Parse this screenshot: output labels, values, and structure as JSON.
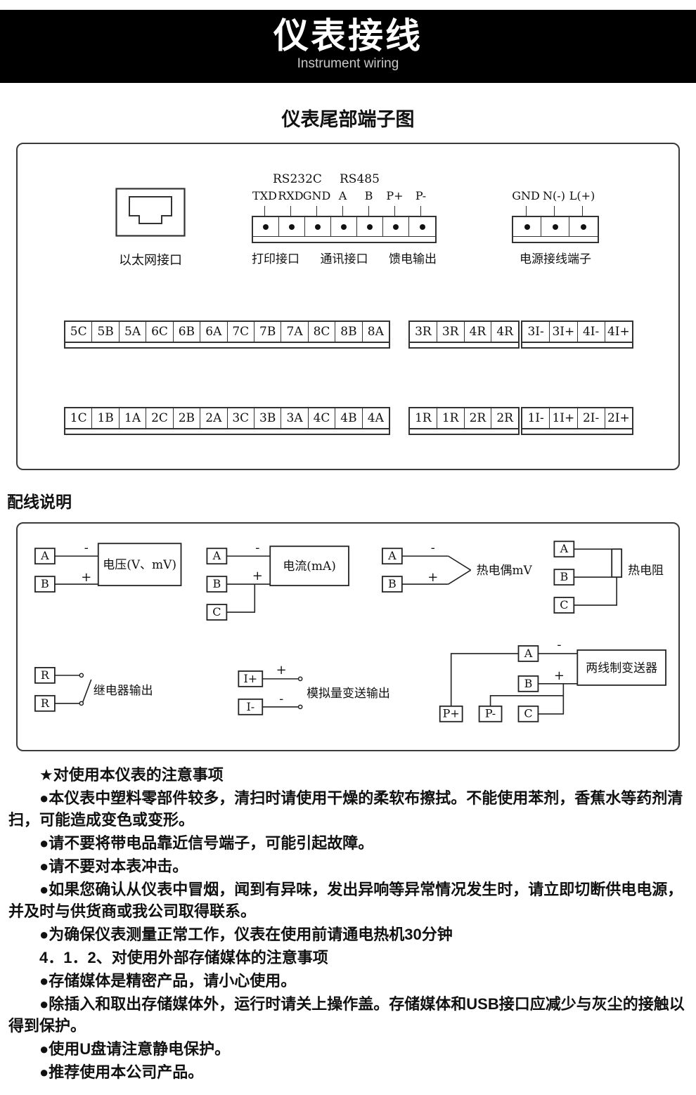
{
  "colors": {
    "header_bg": "#000000",
    "header_subtitle": "#c9c9c9",
    "line": "#222222"
  },
  "header": {
    "title": "仪表接线",
    "subtitle": "Instrument wiring"
  },
  "terminal_diagram": {
    "heading": "仪表尾部端子图",
    "ethernet": {
      "label": "以太网接口"
    },
    "comm": {
      "bus_labels": [
        "RS232C",
        "RS485"
      ],
      "pins": [
        "TXD",
        "RXD",
        "GND",
        "A",
        "B",
        "P+",
        "P-"
      ],
      "port_labels": [
        "打印接口",
        "通讯接口",
        "馈电输出"
      ]
    },
    "power": {
      "pins": [
        "GND",
        "N(-)",
        "L(+)"
      ],
      "label": "电源接线端子"
    },
    "strips": {
      "row1_main": [
        "5C",
        "5B",
        "5A",
        "6C",
        "6B",
        "6A",
        "7C",
        "7B",
        "7A",
        "8C",
        "8B",
        "8A"
      ],
      "row1_relay": [
        "3R",
        "3R",
        "4R",
        "4R"
      ],
      "row1_current": [
        "3I-",
        "3I+",
        "4I-",
        "4I+"
      ],
      "row2_main": [
        "1C",
        "1B",
        "1A",
        "2C",
        "2B",
        "2A",
        "3C",
        "3B",
        "3A",
        "4C",
        "4B",
        "4A"
      ],
      "row2_relay": [
        "1R",
        "1R",
        "2R",
        "2R"
      ],
      "row2_current": [
        "1I-",
        "1I+",
        "2I-",
        "2I+"
      ]
    }
  },
  "wiring": {
    "heading": "配线说明",
    "voltage": {
      "a": "A",
      "b": "B",
      "label": "电压(V、mV)",
      "minus": "-",
      "plus": "+"
    },
    "current": {
      "a": "A",
      "b": "B",
      "c": "C",
      "label": "电流(mA)",
      "minus": "-",
      "plus": "+"
    },
    "thermocouple": {
      "a": "A",
      "b": "B",
      "label": "热电偶mV",
      "minus": "-",
      "plus": "+"
    },
    "rtd": {
      "a": "A",
      "b": "B",
      "c": "C",
      "label": "热电阻"
    },
    "relay": {
      "r1": "R",
      "r2": "R",
      "label": "继电器输出"
    },
    "analog_out": {
      "ip": "I+",
      "im": "I-",
      "label": "模拟量变送输出",
      "plus": "+",
      "minus": "-"
    },
    "transmitter": {
      "a": "A",
      "b": "B",
      "c": "C",
      "pp": "P+",
      "pm": "P-",
      "label": "两线制变送器",
      "minus": "-",
      "plus": "+"
    }
  },
  "notes": {
    "lines": [
      "★对使用本仪表的注意事项",
      "●本仪表中塑料零部件较多，清扫时请使用干燥的柔软布擦拭。不能使用苯剂，香蕉水等药剂清扫，可能造成变色或变形。",
      "●请不要将带电品靠近信号端子，可能引起故障。",
      "●请不要对本表冲击。",
      "●如果您确认从仪表中冒烟，闻到有异味，发出异响等异常情况发生时，请立即切断供电电源，并及时与供货商或我公司取得联系。",
      "●为确保仪表测量正常工作，仪表在使用前请通电热机30分钟",
      "4．1．2、对使用外部存储媒体的注意事项",
      "●存储媒体是精密产品，请小心使用。",
      "●除插入和取出存储媒体外，运行时请关上操作盖。存储媒体和USB接口应减少与灰尘的接触以得到保护。",
      "●使用U盘请注意静电保护。",
      "●推荐使用本公司产品。"
    ]
  }
}
